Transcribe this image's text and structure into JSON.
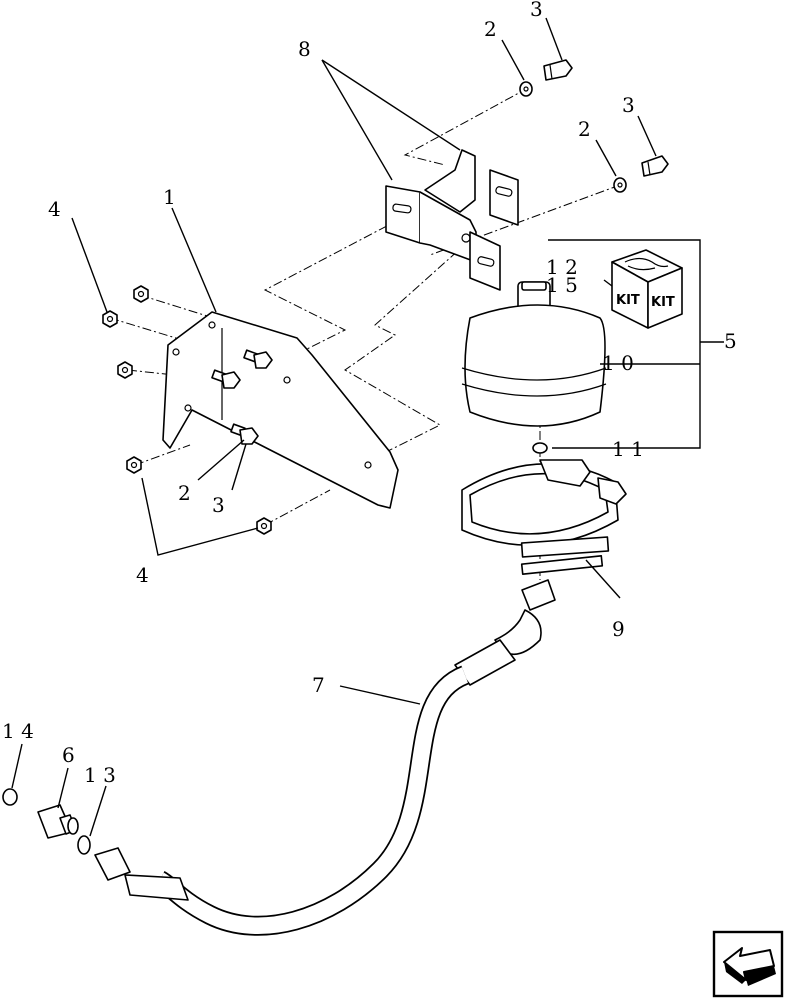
{
  "callouts": {
    "c1": "1",
    "c2_top_a": "2",
    "c3_top_a": "3",
    "c2_top_b": "2",
    "c3_top_b": "3",
    "c2_bracket": "2",
    "c3_bracket": "3",
    "c4_left": "4",
    "c4_bottom": "4",
    "c5": "5",
    "c6": "6",
    "c7": "7",
    "c8": "8",
    "c9": "9",
    "c10": "1 0",
    "c11": "1 1",
    "c12": "1 2",
    "c13": "1 3",
    "c14": "1 4",
    "c15": "1 5"
  },
  "kit": {
    "label_left": "KIT",
    "label_right": "KIT"
  },
  "icons": {
    "navigation": "arrow-icon"
  }
}
